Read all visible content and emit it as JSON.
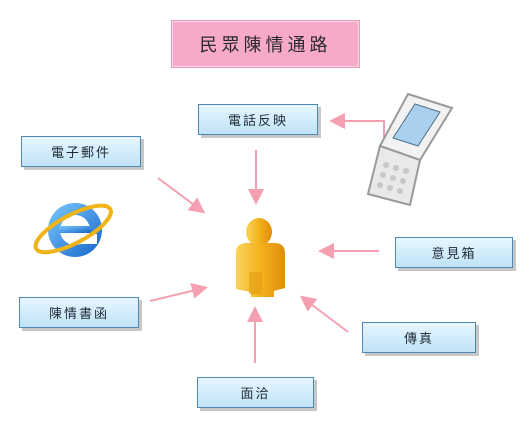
{
  "title": "民眾陳情通路",
  "channels": {
    "phone": "電話反映",
    "email": "電子郵件",
    "suggestion_box": "意見箱",
    "letter": "陳情書函",
    "fax": "傳真",
    "meeting": "面洽"
  },
  "colors": {
    "title_bg": "#f6a9c8",
    "box_bg": "#cfeefc",
    "box_border": "#4f88b5",
    "arrow": "#f4a0b0",
    "person": "#f4b21d"
  },
  "icons": [
    "ie-browser-icon",
    "flip-phone-icon",
    "person-icon"
  ]
}
